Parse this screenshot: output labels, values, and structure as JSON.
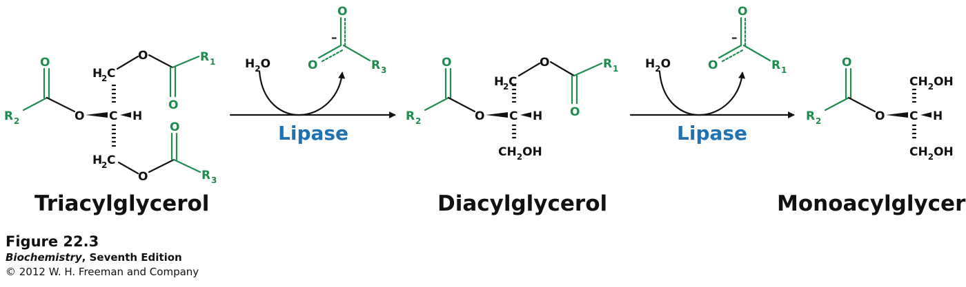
{
  "atoms": {
    "O": "O",
    "C": "C",
    "H": "H",
    "R": "R",
    "H2C": "H",
    "CH2OH_a": "CH",
    "CH2OH_b": "OH",
    "two": "2",
    "one": "1",
    "three": "3",
    "minus": "–"
  },
  "water": {
    "H": "H",
    "two": "2",
    "O": "O"
  },
  "enzymes": {
    "first": "Lipase",
    "second": "Lipase"
  },
  "molecules": {
    "tag": "Triacylglycerol",
    "dag": "Diacylglycerol",
    "mag": "Monoacylglycerol"
  },
  "caption": {
    "figure": "Figure 22.3",
    "book_title": "Biochemistry",
    "book_edition": ", Seventh Edition",
    "copyright": "© 2012 W. H. Freeman and Company"
  },
  "colors": {
    "acyl": "#1e8a4e",
    "enzyme": "#1f73b3",
    "ink": "#111111"
  }
}
